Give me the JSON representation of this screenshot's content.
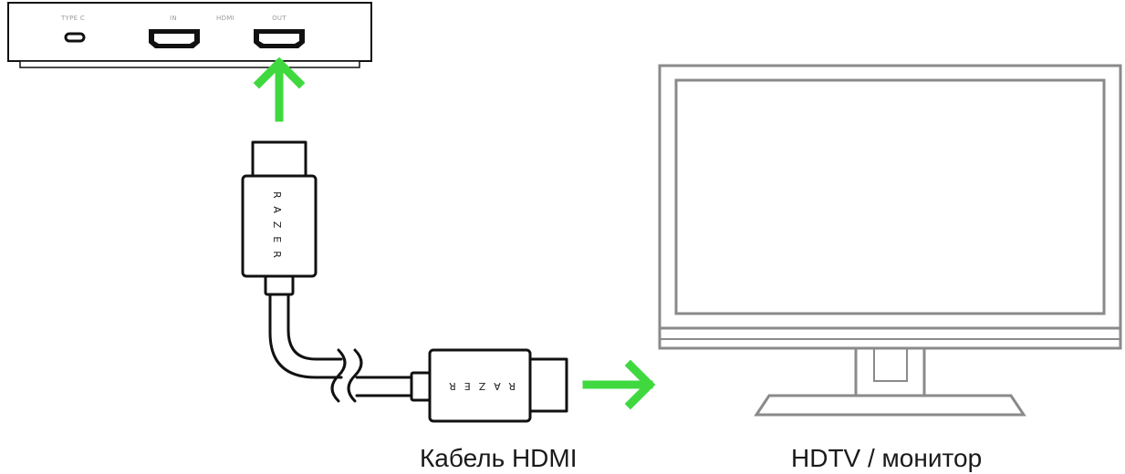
{
  "device": {
    "ports": {
      "type_c": "TYPE C",
      "in": "IN",
      "hdmi": "HDMI",
      "out": "OUT"
    }
  },
  "cable": {
    "brand_top": "RAZER",
    "brand_bottom": "RAZER",
    "caption": "Кабель HDMI"
  },
  "monitor": {
    "caption": "HDTV / монитор"
  },
  "colors": {
    "arrow": "#3fd93f",
    "monitor_outline": "#8a8a8a",
    "line": "#111111"
  },
  "icons": [
    "capture-device",
    "hdmi-cable",
    "arrow-up",
    "arrow-right",
    "monitor"
  ]
}
